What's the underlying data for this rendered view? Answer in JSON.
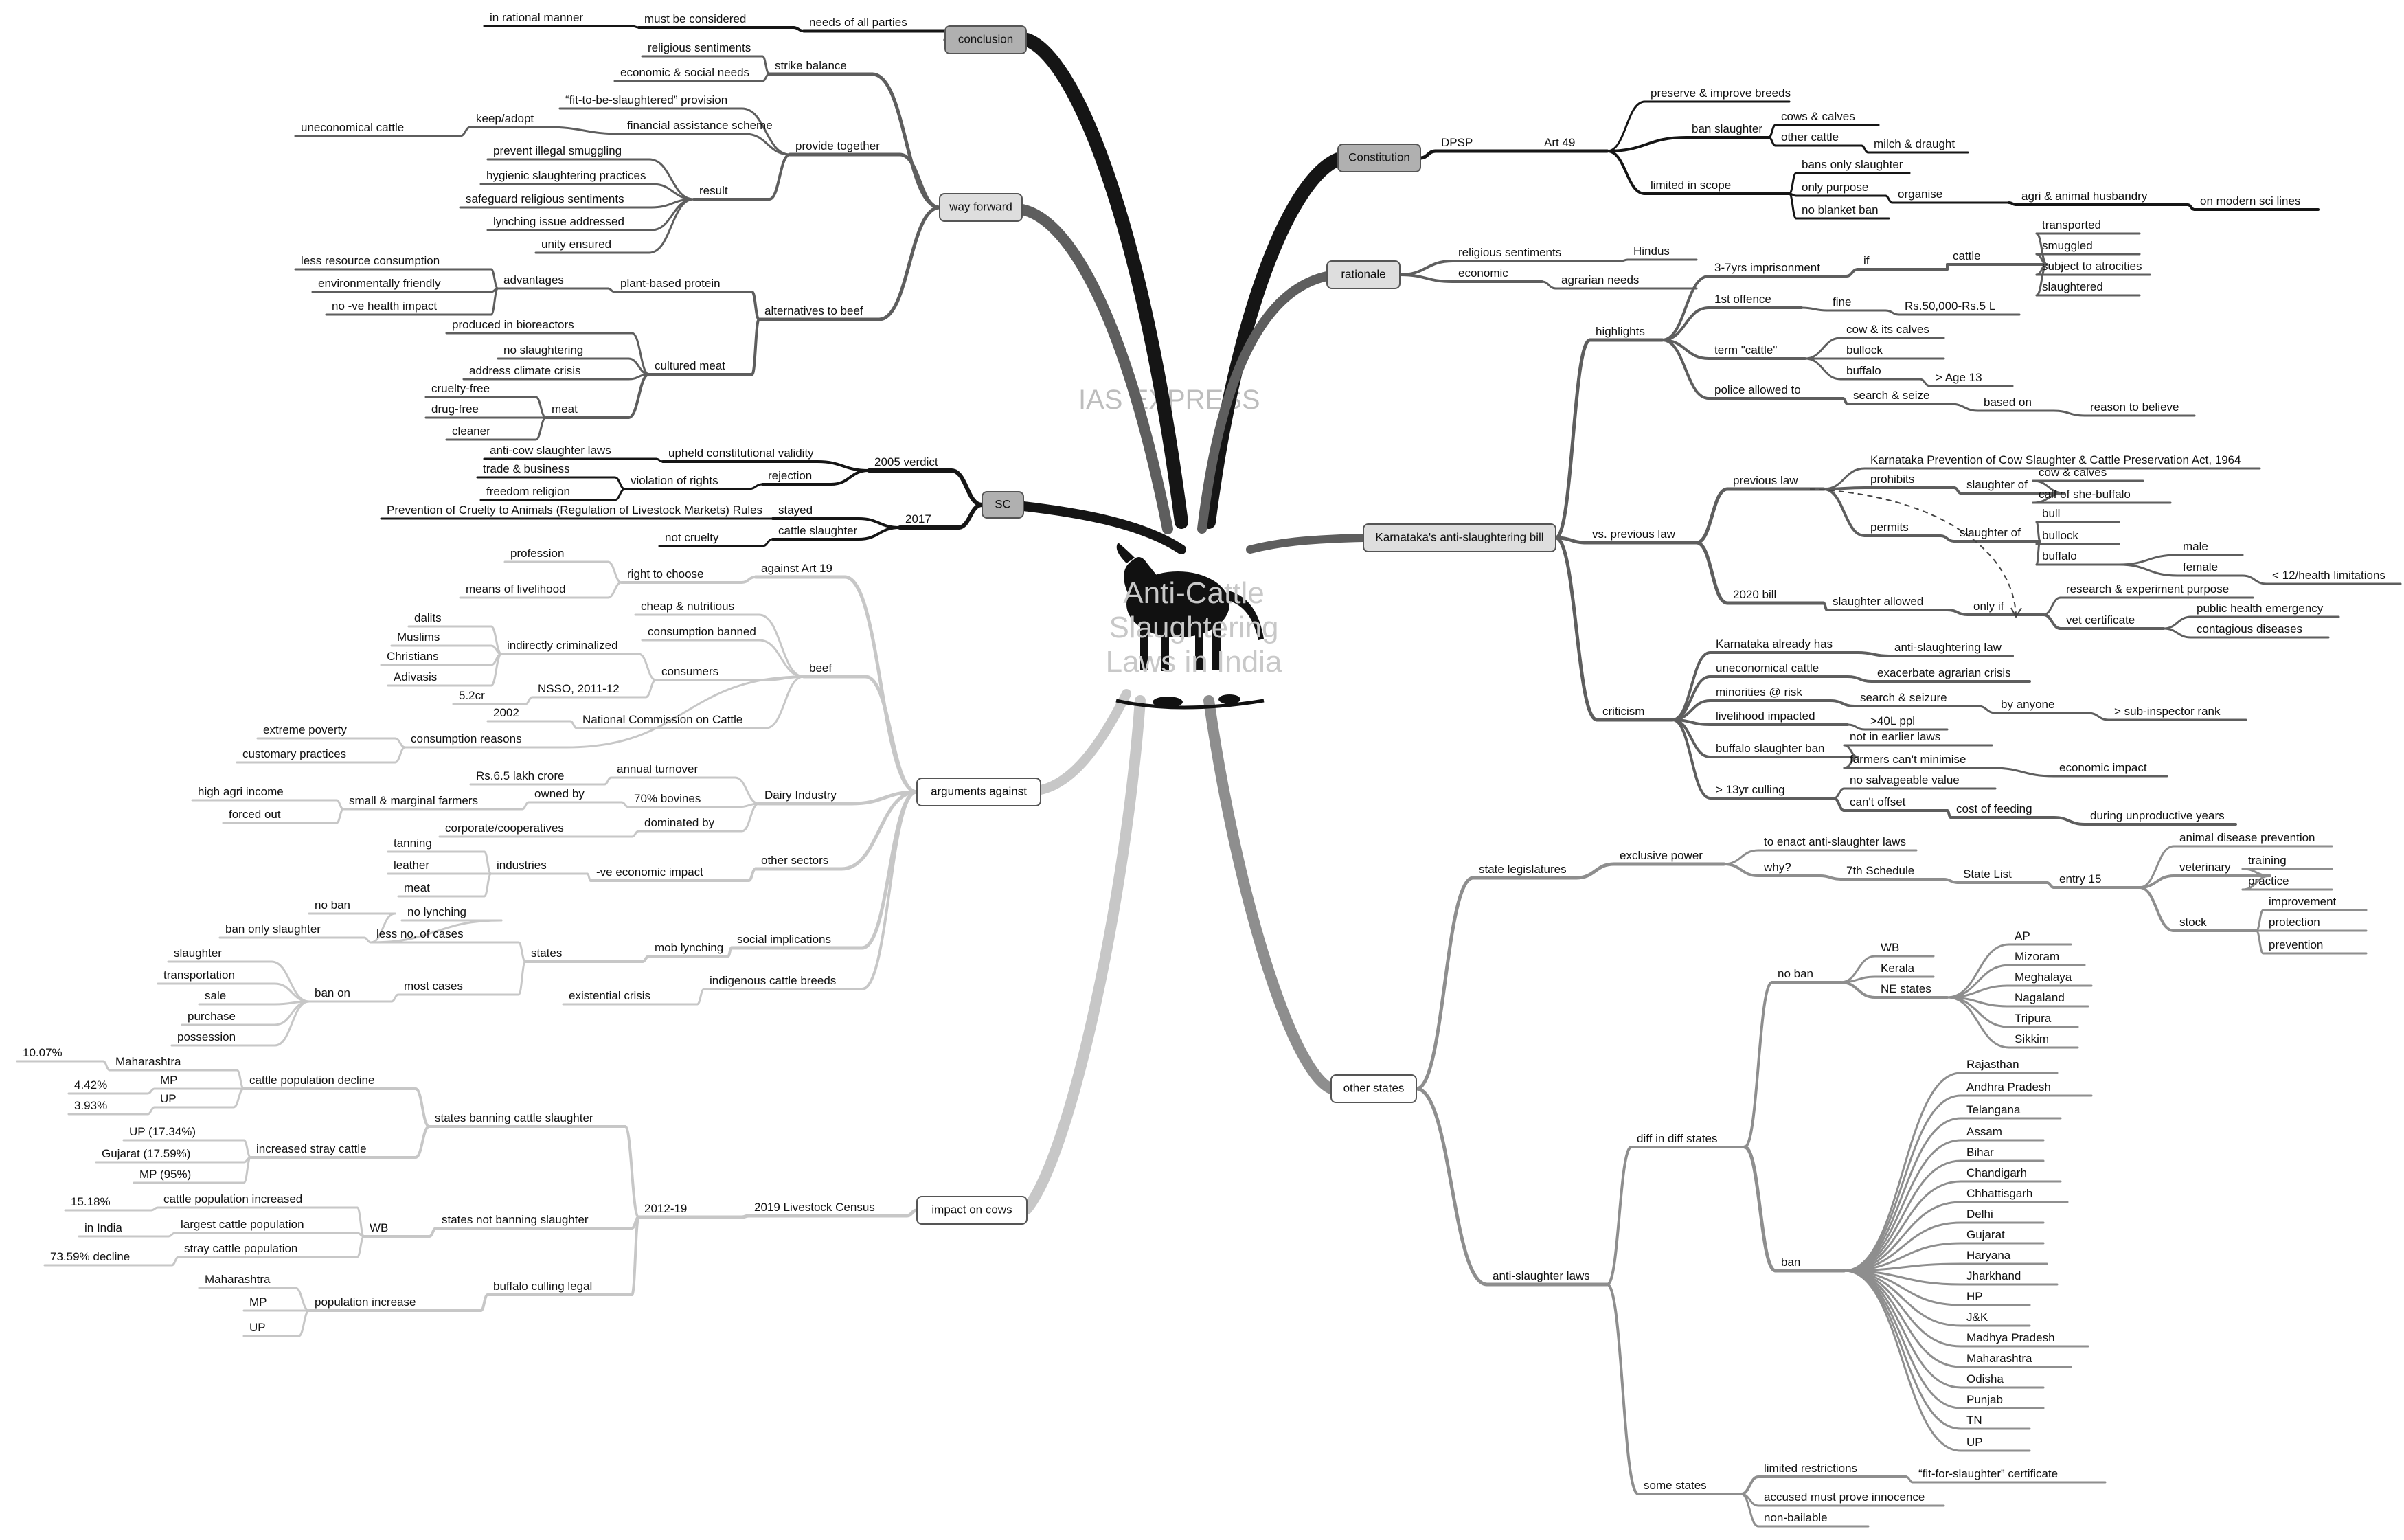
{
  "watermark": "IAS EXPRESS",
  "center_title": [
    "Anti-Cattle",
    "Slaughtering",
    "Laws in India"
  ],
  "nodes": [
    {
      "id": "conclusion",
      "text": "conclusion",
      "box": "dark"
    },
    {
      "id": "in_rational",
      "text": "in rational manner"
    },
    {
      "id": "must_considered",
      "text": "must be considered"
    },
    {
      "id": "needs_parties",
      "text": "needs of all parties"
    },
    {
      "id": "way_forward",
      "text": "way forward",
      "box": "light"
    },
    {
      "id": "strike_balance",
      "text": "strike balance"
    },
    {
      "id": "religious_sent_wf",
      "text": "religious sentiments"
    },
    {
      "id": "econ_social",
      "text": "economic & social needs"
    },
    {
      "id": "provide_together",
      "text": "provide together"
    },
    {
      "id": "fit_provision",
      "text": "“fit-to-be-slaughtered” provision"
    },
    {
      "id": "fin_assist",
      "text": "financial assistance scheme"
    },
    {
      "id": "keep_adopt",
      "text": "keep/adopt"
    },
    {
      "id": "uneconomical_wf",
      "text": "uneconomical cattle"
    },
    {
      "id": "result",
      "text": "result"
    },
    {
      "id": "prevent_smuggling",
      "text": "prevent illegal smuggling"
    },
    {
      "id": "hygienic",
      "text": "hygienic slaughtering practices"
    },
    {
      "id": "safeguard",
      "text": "safeguard religious sentiments"
    },
    {
      "id": "lynching_addr",
      "text": "lynching issue addressed"
    },
    {
      "id": "unity",
      "text": "unity ensured"
    },
    {
      "id": "alternatives",
      "text": "alternatives to beef"
    },
    {
      "id": "plant_protein",
      "text": "plant-based protein"
    },
    {
      "id": "advantages",
      "text": "advantages"
    },
    {
      "id": "less_resource",
      "text": "less resource consumption"
    },
    {
      "id": "env_friendly",
      "text": "environmentally friendly"
    },
    {
      "id": "no_health",
      "text": "no -ve health impact"
    },
    {
      "id": "cultured_meat",
      "text": "cultured meat"
    },
    {
      "id": "bioreactors",
      "text": "produced in bioreactors"
    },
    {
      "id": "no_slaughtering",
      "text": "no slaughtering"
    },
    {
      "id": "climate",
      "text": "address climate crisis"
    },
    {
      "id": "meat",
      "text": "meat"
    },
    {
      "id": "cruelty_free",
      "text": "cruelty-free"
    },
    {
      "id": "drug_free",
      "text": "drug-free"
    },
    {
      "id": "cleaner",
      "text": "cleaner"
    },
    {
      "id": "sc",
      "text": "SC",
      "box": "dark"
    },
    {
      "id": "verdict2005",
      "text": "2005 verdict"
    },
    {
      "id": "upheld",
      "text": "upheld constitutional validity"
    },
    {
      "id": "anti_cow_laws",
      "text": "anti-cow slaughter laws"
    },
    {
      "id": "rejection",
      "text": "rejection"
    },
    {
      "id": "violation_rights",
      "text": "violation of rights"
    },
    {
      "id": "trade_business",
      "text": "trade & business"
    },
    {
      "id": "freedom_religion",
      "text": "freedom religion"
    },
    {
      "id": "y2017",
      "text": "2017"
    },
    {
      "id": "stayed",
      "text": "stayed"
    },
    {
      "id": "prevention_cruelty",
      "text": "Prevention of Cruelty to Animals (Regulation of Livestock Markets) Rules"
    },
    {
      "id": "cattle_slaughter_sc",
      "text": "cattle slaughter"
    },
    {
      "id": "not_cruelty",
      "text": "not cruelty"
    },
    {
      "id": "arguments_against",
      "text": "arguments against",
      "box": "white"
    },
    {
      "id": "against_art19",
      "text": "against Art 19"
    },
    {
      "id": "right_choose",
      "text": "right to choose"
    },
    {
      "id": "profession",
      "text": "profession"
    },
    {
      "id": "means_livelihood",
      "text": "means of livelihood"
    },
    {
      "id": "beef",
      "text": "beef"
    },
    {
      "id": "cheap_nutritious",
      "text": "cheap & nutritious"
    },
    {
      "id": "consumption_banned",
      "text": "consumption banned"
    },
    {
      "id": "consumers",
      "text": "consumers"
    },
    {
      "id": "indirectly_crim",
      "text": "indirectly criminalized"
    },
    {
      "id": "dalits",
      "text": "dalits"
    },
    {
      "id": "muslims",
      "text": "Muslims"
    },
    {
      "id": "christians",
      "text": "Christians"
    },
    {
      "id": "adivasis",
      "text": "Adivasis"
    },
    {
      "id": "nsso",
      "text": "NSSO, 2011-12"
    },
    {
      "id": "cr52",
      "text": "5.2cr"
    },
    {
      "id": "ncc",
      "text": "National Commission on Cattle"
    },
    {
      "id": "y2002",
      "text": "2002"
    },
    {
      "id": "consumption_reasons",
      "text": "consumption reasons"
    },
    {
      "id": "extreme_poverty",
      "text": "extreme poverty"
    },
    {
      "id": "customary",
      "text": "customary practices"
    },
    {
      "id": "dairy_industry",
      "text": "Dairy Industry"
    },
    {
      "id": "annual_turnover",
      "text": "annual turnover"
    },
    {
      "id": "rs65",
      "text": "Rs.6.5 lakh crore"
    },
    {
      "id": "bovines70",
      "text": "70% bovines"
    },
    {
      "id": "owned_by",
      "text": "owned by"
    },
    {
      "id": "small_marginal",
      "text": "small & marginal farmers"
    },
    {
      "id": "high_agri",
      "text": "high agri income"
    },
    {
      "id": "forced_out",
      "text": "forced out"
    },
    {
      "id": "dominated_by",
      "text": "dominated by"
    },
    {
      "id": "corporate",
      "text": "corporate/cooperatives"
    },
    {
      "id": "other_sectors",
      "text": "other sectors"
    },
    {
      "id": "ve_economic",
      "text": "-ve economic impact"
    },
    {
      "id": "industries",
      "text": "industries"
    },
    {
      "id": "tanning",
      "text": "tanning"
    },
    {
      "id": "leather",
      "text": "leather"
    },
    {
      "id": "meat_ind",
      "text": "meat"
    },
    {
      "id": "social_impl",
      "text": "social implications"
    },
    {
      "id": "mob_lynching",
      "text": "mob lynching"
    },
    {
      "id": "states_ag",
      "text": "states"
    },
    {
      "id": "less_cases",
      "text": "less no. of cases"
    },
    {
      "id": "no_lynching",
      "text": "no lynching"
    },
    {
      "id": "no_ban_ag",
      "text": "no ban"
    },
    {
      "id": "ban_only_ag",
      "text": "ban only slaughter"
    },
    {
      "id": "most_cases",
      "text": "most cases"
    },
    {
      "id": "ban_on",
      "text": "ban on"
    },
    {
      "id": "slaughter_ag",
      "text": "slaughter"
    },
    {
      "id": "transportation",
      "text": "transportation"
    },
    {
      "id": "sale",
      "text": "sale"
    },
    {
      "id": "purchase",
      "text": "purchase"
    },
    {
      "id": "possession",
      "text": "possession"
    },
    {
      "id": "indigenous",
      "text": "indigenous cattle breeds"
    },
    {
      "id": "existential",
      "text": "existential crisis"
    },
    {
      "id": "impact_cows",
      "text": "impact on cows",
      "box": "white"
    },
    {
      "id": "census2019",
      "text": "2019 Livestock Census"
    },
    {
      "id": "y2012_19",
      "text": "2012-19"
    },
    {
      "id": "states_banning",
      "text": "states banning cattle slaughter"
    },
    {
      "id": "cattle_decline",
      "text": "cattle population decline"
    },
    {
      "id": "maharashtra_d",
      "text": "Maharashtra"
    },
    {
      "id": "p1007",
      "text": "10.07%"
    },
    {
      "id": "mp_d",
      "text": "MP"
    },
    {
      "id": "p442",
      "text": "4.42%"
    },
    {
      "id": "up_d",
      "text": "UP"
    },
    {
      "id": "p393",
      "text": "3.93%"
    },
    {
      "id": "stray_cattle",
      "text": "increased stray cattle"
    },
    {
      "id": "up1734",
      "text": "UP (17.34%)"
    },
    {
      "id": "gujarat1759",
      "text": "Gujarat (17.59%)"
    },
    {
      "id": "mp95",
      "text": "MP (95%)"
    },
    {
      "id": "states_not_banning",
      "text": "states not banning slaughter"
    },
    {
      "id": "wb_ic",
      "text": "WB"
    },
    {
      "id": "cattle_increased",
      "text": "cattle population increased"
    },
    {
      "id": "p1518",
      "text": "15.18%"
    },
    {
      "id": "largest_pop",
      "text": "largest cattle population"
    },
    {
      "id": "in_india",
      "text": "in India"
    },
    {
      "id": "stray_pop",
      "text": "stray cattle population"
    },
    {
      "id": "decline7359",
      "text": "73.59% decline"
    },
    {
      "id": "buffalo_culling",
      "text": "buffalo culling legal"
    },
    {
      "id": "pop_increase",
      "text": "population increase"
    },
    {
      "id": "maharashtra_i",
      "text": "Maharashtra"
    },
    {
      "id": "mp_i",
      "text": "MP"
    },
    {
      "id": "up_i",
      "text": "UP"
    },
    {
      "id": "constitution",
      "text": "Constitution",
      "box": "dark"
    },
    {
      "id": "dpsp",
      "text": "DPSP"
    },
    {
      "id": "art49",
      "text": "Art 49"
    },
    {
      "id": "preserve",
      "text": "preserve & improve breeds"
    },
    {
      "id": "ban_slaughter_c",
      "text": "ban slaughter"
    },
    {
      "id": "cows_calves_c",
      "text": "cows & calves"
    },
    {
      "id": "other_cattle",
      "text": "other cattle"
    },
    {
      "id": "milch",
      "text": "milch & draught"
    },
    {
      "id": "limited_scope",
      "text": "limited in scope"
    },
    {
      "id": "bans_only",
      "text": "bans only slaughter"
    },
    {
      "id": "only_purpose",
      "text": "only purpose"
    },
    {
      "id": "organise",
      "text": "organise"
    },
    {
      "id": "agri_husbandry",
      "text": "agri & animal husbandry"
    },
    {
      "id": "modern_sci",
      "text": "on modern sci lines"
    },
    {
      "id": "no_blanket",
      "text": "no blanket ban"
    },
    {
      "id": "rationale",
      "text": "rationale",
      "box": "light"
    },
    {
      "id": "religious_r",
      "text": "religious sentiments"
    },
    {
      "id": "hindus",
      "text": "Hindus"
    },
    {
      "id": "economic_r",
      "text": "economic"
    },
    {
      "id": "agrarian",
      "text": "agrarian needs"
    },
    {
      "id": "karnataka",
      "text": "Karnataka's anti-slaughtering bill",
      "box": "light"
    },
    {
      "id": "highlights",
      "text": "highlights"
    },
    {
      "id": "imprisonment",
      "text": "3-7yrs imprisonment"
    },
    {
      "id": "if_k",
      "text": "if"
    },
    {
      "id": "cattle_k",
      "text": "cattle"
    },
    {
      "id": "transported",
      "text": "transported"
    },
    {
      "id": "smuggled",
      "text": "smuggled"
    },
    {
      "id": "atrocities",
      "text": "subject to atrocities"
    },
    {
      "id": "slaughtered",
      "text": "slaughtered"
    },
    {
      "id": "first_offence",
      "text": "1st offence"
    },
    {
      "id": "fine",
      "text": "fine"
    },
    {
      "id": "rs50000",
      "text": "Rs.50,000-Rs.5 L"
    },
    {
      "id": "term_cattle",
      "text": "term \"cattle\""
    },
    {
      "id": "cow_calves_k",
      "text": "cow & its calves"
    },
    {
      "id": "bullock_k",
      "text": "bullock"
    },
    {
      "id": "buffalo_k",
      "text": "buffalo"
    },
    {
      "id": "age13",
      "text": "> Age 13"
    },
    {
      "id": "police",
      "text": "police allowed to"
    },
    {
      "id": "search_seize",
      "text": "search & seize"
    },
    {
      "id": "based_on",
      "text": "based on"
    },
    {
      "id": "reason_believe",
      "text": "reason to believe"
    },
    {
      "id": "vs_previous",
      "text": "vs. previous law"
    },
    {
      "id": "previous_law",
      "text": "previous law"
    },
    {
      "id": "kp_act",
      "text": "Karnataka Prevention of Cow Slaughter & Cattle Preservation Act, 1964"
    },
    {
      "id": "prohibits",
      "text": "prohibits"
    },
    {
      "id": "slaughter_of_p",
      "text": "slaughter of"
    },
    {
      "id": "cow_calves_p",
      "text": "cow & calves"
    },
    {
      "id": "calf_buffalo",
      "text": "calf of she-buffalo"
    },
    {
      "id": "permits",
      "text": "permits"
    },
    {
      "id": "slaughter_of_m",
      "text": "slaughter of"
    },
    {
      "id": "bull",
      "text": "bull"
    },
    {
      "id": "bullock_p",
      "text": "bullock"
    },
    {
      "id": "buffalo_p",
      "text": "buffalo"
    },
    {
      "id": "male",
      "text": "male"
    },
    {
      "id": "female",
      "text": "female"
    },
    {
      "id": "lt12",
      "text": "< 12/health limitations"
    },
    {
      "id": "bill2020",
      "text": "2020 bill"
    },
    {
      "id": "slaughter_allowed",
      "text": "slaughter allowed"
    },
    {
      "id": "only_if",
      "text": "only if"
    },
    {
      "id": "research",
      "text": "research & experiment purpose"
    },
    {
      "id": "vet_cert",
      "text": "vet certificate"
    },
    {
      "id": "public_health",
      "text": "public health emergency"
    },
    {
      "id": "contagious",
      "text": "contagious diseases"
    },
    {
      "id": "criticism",
      "text": "criticism"
    },
    {
      "id": "already_has",
      "text": "Karnataka already has"
    },
    {
      "id": "anti_law",
      "text": "anti-slaughtering law"
    },
    {
      "id": "uneconomical_c",
      "text": "uneconomical cattle"
    },
    {
      "id": "exacerbate",
      "text": "exacerbate agrarian crisis"
    },
    {
      "id": "minorities",
      "text": "minorities @ risk"
    },
    {
      "id": "search_seizure",
      "text": "search & seizure"
    },
    {
      "id": "by_anyone",
      "text": "by anyone"
    },
    {
      "id": "sub_inspector",
      "text": "> sub-inspector rank"
    },
    {
      "id": "livelihood",
      "text": "livelihood impacted"
    },
    {
      "id": "ppl40l",
      "text": ">40L ppl"
    },
    {
      "id": "buffalo_ban",
      "text": "buffalo slaughter ban"
    },
    {
      "id": "not_earlier",
      "text": "not in earlier laws"
    },
    {
      "id": "farmers_minimise",
      "text": "farmers can't minimise"
    },
    {
      "id": "economic_impact",
      "text": "economic impact"
    },
    {
      "id": "culling13",
      "text": "> 13yr culling"
    },
    {
      "id": "no_salvage",
      "text": "no salvageable value"
    },
    {
      "id": "cant_offset",
      "text": "can't offset"
    },
    {
      "id": "cost_feeding",
      "text": "cost of feeding"
    },
    {
      "id": "unproductive",
      "text": "during unproductive years"
    },
    {
      "id": "other_states",
      "text": "other states",
      "box": "white"
    },
    {
      "id": "state_leg",
      "text": "state legislatures"
    },
    {
      "id": "exclusive",
      "text": "exclusive power"
    },
    {
      "id": "to_enact",
      "text": "to enact anti-slaughter laws"
    },
    {
      "id": "why",
      "text": "why?"
    },
    {
      "id": "schedule7",
      "text": "7th Schedule"
    },
    {
      "id": "state_list",
      "text": "State List"
    },
    {
      "id": "entry15",
      "text": "entry 15"
    },
    {
      "id": "animal_disease",
      "text": "animal disease prevention"
    },
    {
      "id": "veterinary",
      "text": "veterinary"
    },
    {
      "id": "training",
      "text": "training"
    },
    {
      "id": "practice",
      "text": "practice"
    },
    {
      "id": "stock",
      "text": "stock"
    },
    {
      "id": "improvement",
      "text": "improvement"
    },
    {
      "id": "protection",
      "text": "protection"
    },
    {
      "id": "prevention",
      "text": "prevention"
    },
    {
      "id": "anti_laws",
      "text": "anti-slaughter laws"
    },
    {
      "id": "diff_states",
      "text": "diff in diff states"
    },
    {
      "id": "no_ban_os",
      "text": "no ban"
    },
    {
      "id": "wb_os",
      "text": "WB"
    },
    {
      "id": "kerala",
      "text": "Kerala"
    },
    {
      "id": "ne_states",
      "text": "NE states"
    },
    {
      "id": "ap",
      "text": "AP"
    },
    {
      "id": "mizoram",
      "text": "Mizoram"
    },
    {
      "id": "meghalaya",
      "text": "Meghalaya"
    },
    {
      "id": "nagaland",
      "text": "Nagaland"
    },
    {
      "id": "tripura",
      "text": "Tripura"
    },
    {
      "id": "sikkim",
      "text": "Sikkim"
    },
    {
      "id": "ban_os",
      "text": "ban"
    },
    {
      "id": "rajasthan",
      "text": "Rajasthan"
    },
    {
      "id": "andhra",
      "text": "Andhra Pradesh"
    },
    {
      "id": "telangana",
      "text": "Telangana"
    },
    {
      "id": "assam",
      "text": "Assam"
    },
    {
      "id": "bihar",
      "text": "Bihar"
    },
    {
      "id": "chandigarh",
      "text": "Chandigarh"
    },
    {
      "id": "chhattisgarh",
      "text": "Chhattisgarh"
    },
    {
      "id": "delhi",
      "text": "Delhi"
    },
    {
      "id": "gujarat",
      "text": "Gujarat"
    },
    {
      "id": "haryana",
      "text": "Haryana"
    },
    {
      "id": "jharkhand",
      "text": "Jharkhand"
    },
    {
      "id": "hp",
      "text": "HP"
    },
    {
      "id": "jk",
      "text": "J&K"
    },
    {
      "id": "madhya",
      "text": "Madhya Pradesh"
    },
    {
      "id": "maharashtra_os",
      "text": "Maharashtra"
    },
    {
      "id": "odisha",
      "text": "Odisha"
    },
    {
      "id": "punjab",
      "text": "Punjab"
    },
    {
      "id": "tn",
      "text": "TN"
    },
    {
      "id": "up_os",
      "text": "UP"
    },
    {
      "id": "some_states",
      "text": "some states"
    },
    {
      "id": "limited_restr",
      "text": "limited restrictions"
    },
    {
      "id": "fit_cert",
      "text": "“fit-for-slaughter” certificate"
    },
    {
      "id": "accused",
      "text": "accused must prove innocence"
    },
    {
      "id": "non_bailable",
      "text": "non-bailable"
    }
  ]
}
